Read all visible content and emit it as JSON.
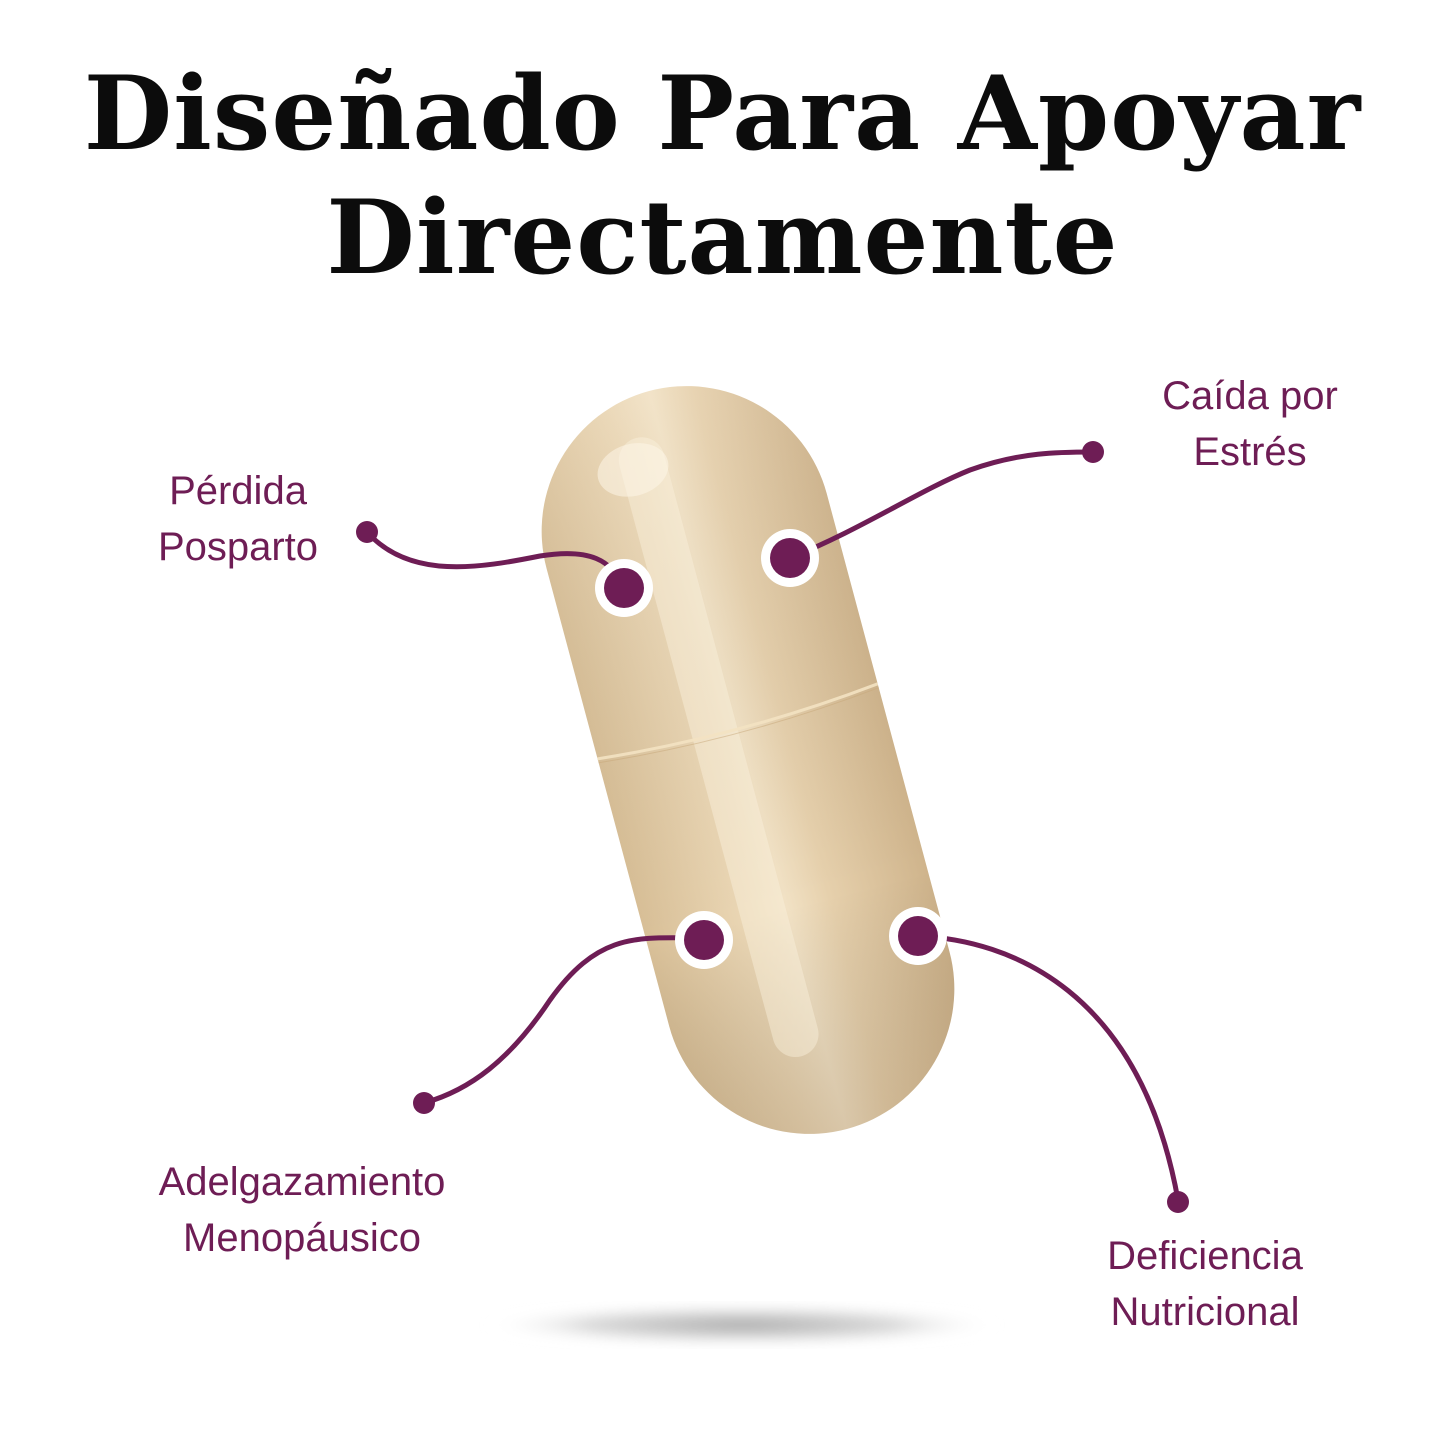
{
  "headline": {
    "line1": "Diseñado Para Apoyar",
    "line2": "Directamente"
  },
  "colors": {
    "accent": "#6e1d55",
    "capsule_light": "#ecd9b8",
    "capsule_mid": "#dcc29a",
    "capsule_dark": "#c9aa80",
    "headline": "#0c0c0c",
    "background": "#ffffff"
  },
  "callouts": [
    {
      "id": "postpartum",
      "line1": "Pérdida",
      "line2": "Posparto"
    },
    {
      "id": "stress",
      "line1": "Caída por",
      "line2": "Estrés"
    },
    {
      "id": "menopause",
      "line1": "Adelgazamiento",
      "line2": "Menopáusico"
    },
    {
      "id": "nutrition",
      "line1": "Deficiencia",
      "line2": "Nutricional"
    }
  ],
  "image": {
    "subject": "capsule-pill-icon",
    "shadow": "drop-shadow"
  }
}
